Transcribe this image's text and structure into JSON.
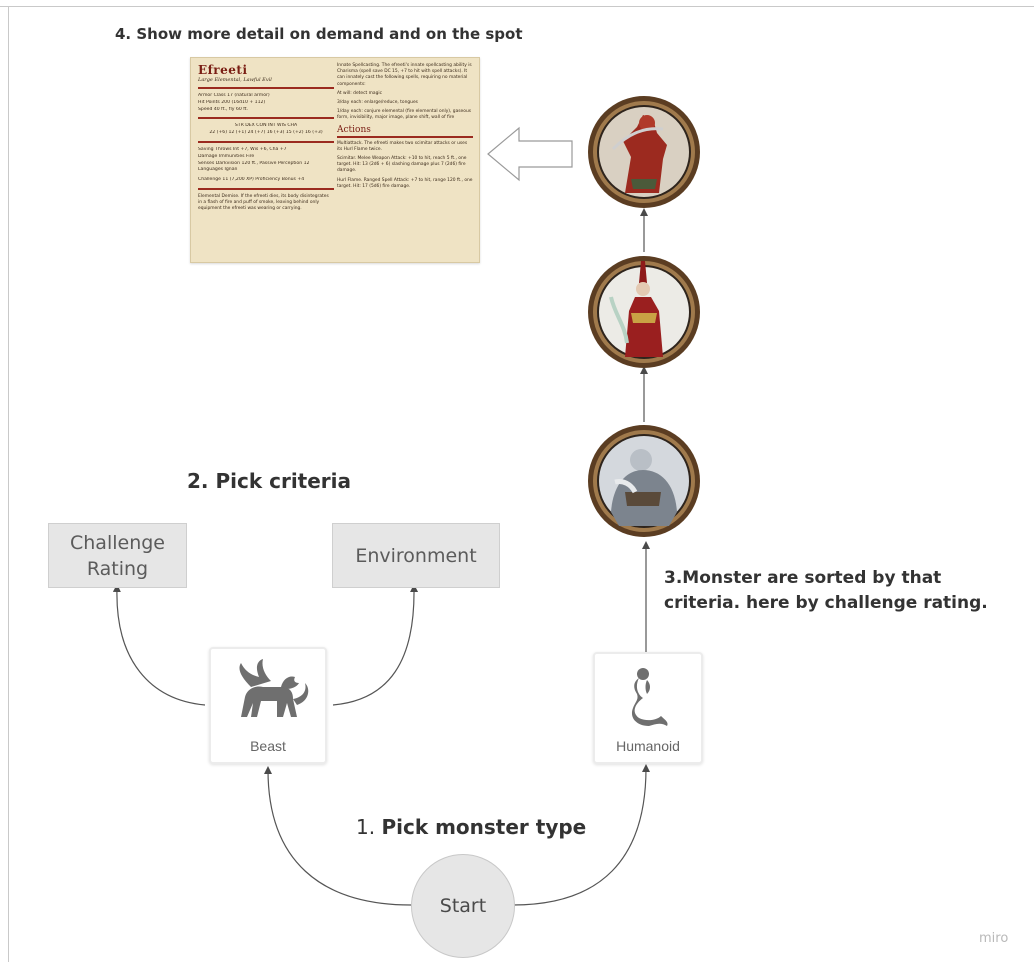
{
  "headings": {
    "step4": "4. Show more detail on demand and on the spot",
    "step2": "2. Pick criteria",
    "step3_line1": "3.Monster are sorted by that",
    "step3_line2": "criteria. here by challenge rating.",
    "step1_prefix": "1. ",
    "step1_bold": "Pick monster type"
  },
  "criteria": {
    "challenge_rating_line1": "Challenge",
    "challenge_rating_line2": "Rating",
    "environment": "Environment"
  },
  "types": {
    "beast": "Beast",
    "humanoid": "Humanoid"
  },
  "start": "Start",
  "watermark": "miro",
  "stat_block": {
    "name": "Efreeti",
    "subtitle": "Large Elemental, Lawful Evil",
    "left_lines": [
      "Armor Class 17 (natural armor)",
      "Hit Points 200 (16d10 + 112)",
      "Speed 40 ft., fly 60 ft."
    ],
    "ability_headers": "STR    DEX    CON    INT    WIS    CHA",
    "ability_values": "22 (+6)  12 (+1)  24 (+7)  16 (+3)  15 (+2)  16 (+3)",
    "left_lines_2": [
      "Saving Throws Int +7, Wis +6, Cha +7",
      "Damage Immunities Fire",
      "Senses Darkvision 120 ft., Passive Perception 12",
      "Languages Ignan"
    ],
    "challenge_line": "Challenge 11 (7,200 XP)      Proficiency Bonus +4",
    "left_para": "Elemental Demise. If the efreeti dies, its body disintegrates in a flash of fire and puff of smoke, leaving behind only equipment the efreeti was wearing or carrying.",
    "right_para_1": "Innate Spellcasting. The efreeti's innate spellcasting ability is Charisma (spell save DC 15, +7 to hit with spell attacks). It can innately cast the following spells, requiring no material components:",
    "right_para_2": "At will: detect magic",
    "right_para_3": "3/day each: enlarge/reduce, tongues",
    "right_para_4": "1/day each: conjure elemental (fire elemental only), gaseous form, invisibility, major image, plane shift, wall of fire",
    "actions_title": "Actions",
    "right_para_5": "Multiattack. The efreeti makes two scimitar attacks or uses its Hurl Flame twice.",
    "right_para_6": "Scimitar. Melee Weapon Attack: +10 to hit, reach 5 ft., one target. Hit: 13 (2d6 + 6) slashing damage plus 7 (2d6) fire damage.",
    "right_para_7": "Hurl Flame. Ranged Spell Attack: +7 to hit, range 120 ft., one target. Hit: 17 (5d6) fire damage."
  },
  "colors": {
    "box_fill": "#e6e6e6",
    "connector": "#4a4a4a",
    "token_ring": "#6b4a2a",
    "stat_accent": "#7a1e14"
  }
}
